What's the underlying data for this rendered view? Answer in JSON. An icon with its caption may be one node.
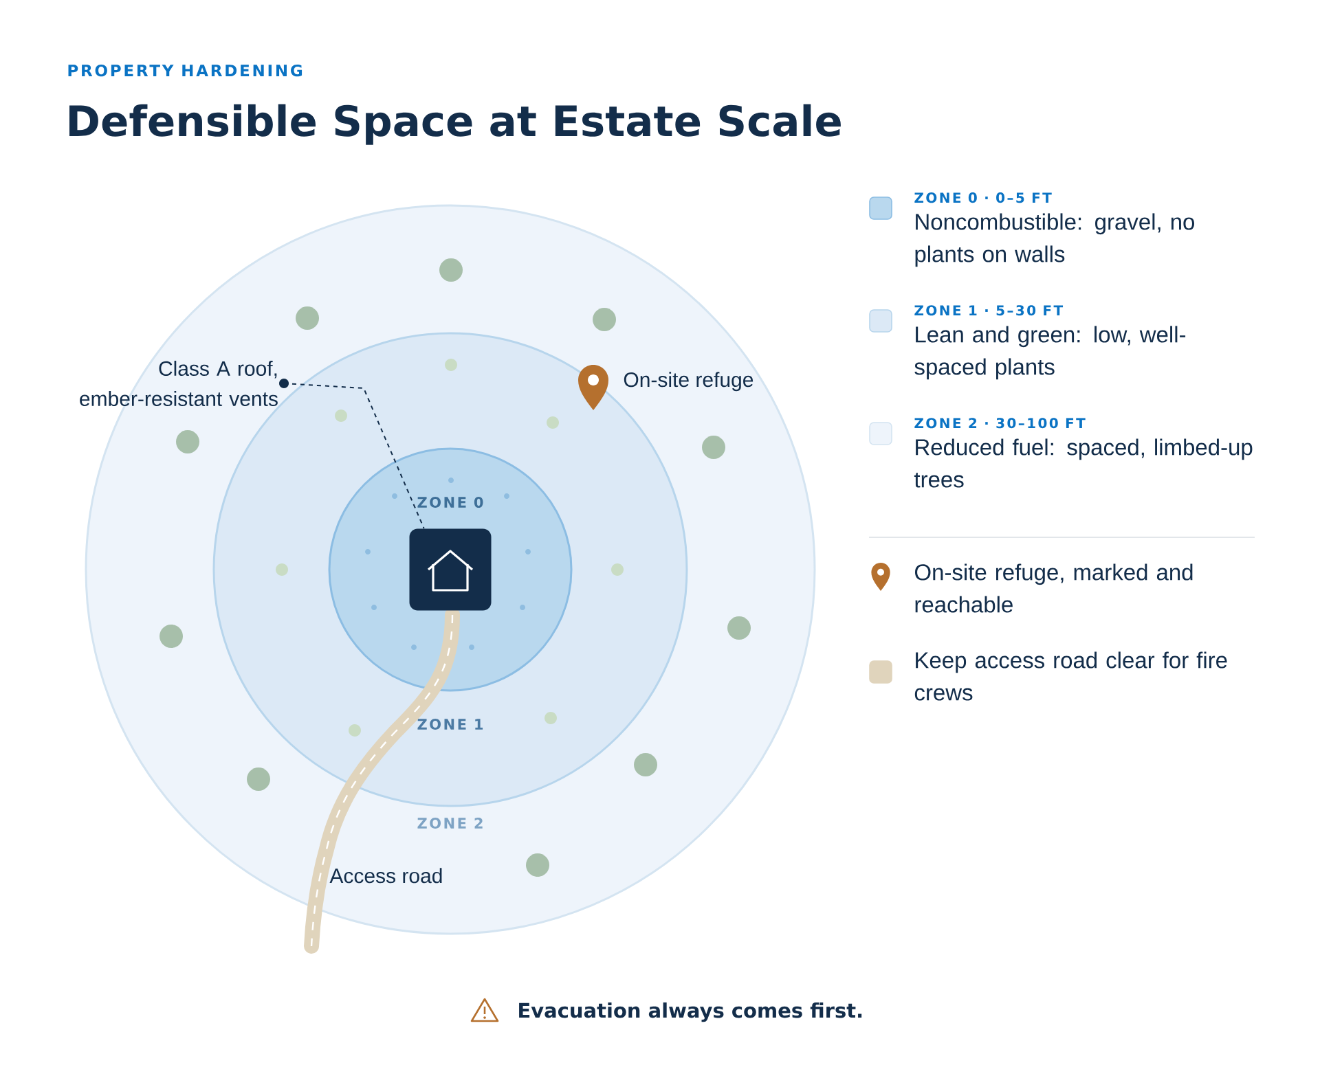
{
  "diagram": {
    "title": "Defensible Space at Estate Scale",
    "caption": "Evacuation always comes first.",
    "nodes": [
      {
        "text": [
          "ZONE 2"
        ]
      },
      {
        "text": [
          "ZONE 1"
        ],
        "in": 0
      },
      {
        "text": [
          "ZONE 0"
        ],
        "in": 1
      },
      {
        "text": [],
        "shape": "box",
        "in": 2
      },
      {
        "text": [
          "Class A roof, ember-resistant vents"
        ],
        "in": 0
      }
    ],
    "edges": [
      {
        "from": 4,
        "to": 3,
        "arrow": "other",
        "style": "dashed"
      }
    ],
    "labels": [
      "PROPERTY HARDENING",
      "On-site refuge",
      "Access road",
      "ZONE 0 · 0–5 FT",
      "ZONE 1 · 5–30 FT",
      "ZONE 2 · 30–100 FT"
    ],
    "legend": [
      {
        "text": "Noncombustible: gravel, no plants on walls",
        "color": "#b9d8ee"
      },
      {
        "text": "Lean and green: low, well-spaced plants",
        "color": "#dce9f6"
      },
      {
        "text": "Reduced fuel: spaced, limbed-up trees",
        "color": "#eef4fb"
      },
      {
        "text": "On-site refuge, marked and reachable"
      },
      {
        "text": "Keep access road clear for fire crews",
        "color": "#e0d4bc"
      }
    ]
  }
}
